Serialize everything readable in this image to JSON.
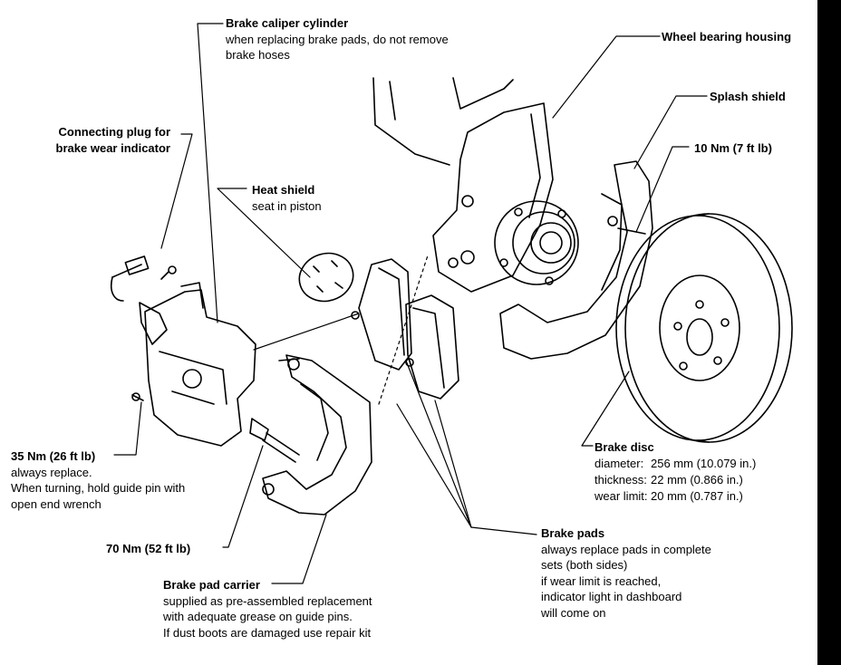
{
  "labels": {
    "caliper": {
      "title": "Brake caliper cylinder",
      "lines": [
        "when replacing brake pads, do not remove",
        "brake hoses"
      ]
    },
    "housing": {
      "title": "Wheel bearing housing"
    },
    "splash": {
      "title": "Splash shield"
    },
    "torque10": {
      "title": "10 Nm (7 ft lb)"
    },
    "plug": {
      "title_lines": [
        "Connecting plug for",
        "brake wear indicator"
      ]
    },
    "heat": {
      "title": "Heat shield",
      "lines": [
        "seat in piston"
      ]
    },
    "torque35": {
      "title": "35 Nm (26 ft lb)",
      "lines": [
        "always replace.",
        "When turning, hold guide pin with",
        "open end wrench"
      ]
    },
    "torque70": {
      "title": "70 Nm (52 ft lb)"
    },
    "carrier": {
      "title": "Brake pad carrier",
      "lines": [
        "supplied as pre-assembled replacement",
        "with adequate grease on guide pins.",
        "If dust boots are damaged use repair kit"
      ]
    },
    "pads": {
      "title": "Brake pads",
      "lines": [
        "always replace pads in complete",
        "sets (both sides)",
        "if wear limit is reached,",
        "indicator light in dashboard",
        "will come on"
      ]
    },
    "disc": {
      "title": "Brake disc",
      "specs": [
        {
          "key": "diameter:",
          "value": "256 mm (10.079 in.)"
        },
        {
          "key": "thickness:",
          "value": "22 mm (0.866 in.)"
        },
        {
          "key": "wear limit:",
          "value": "20 mm (0.787 in.)"
        }
      ]
    }
  }
}
